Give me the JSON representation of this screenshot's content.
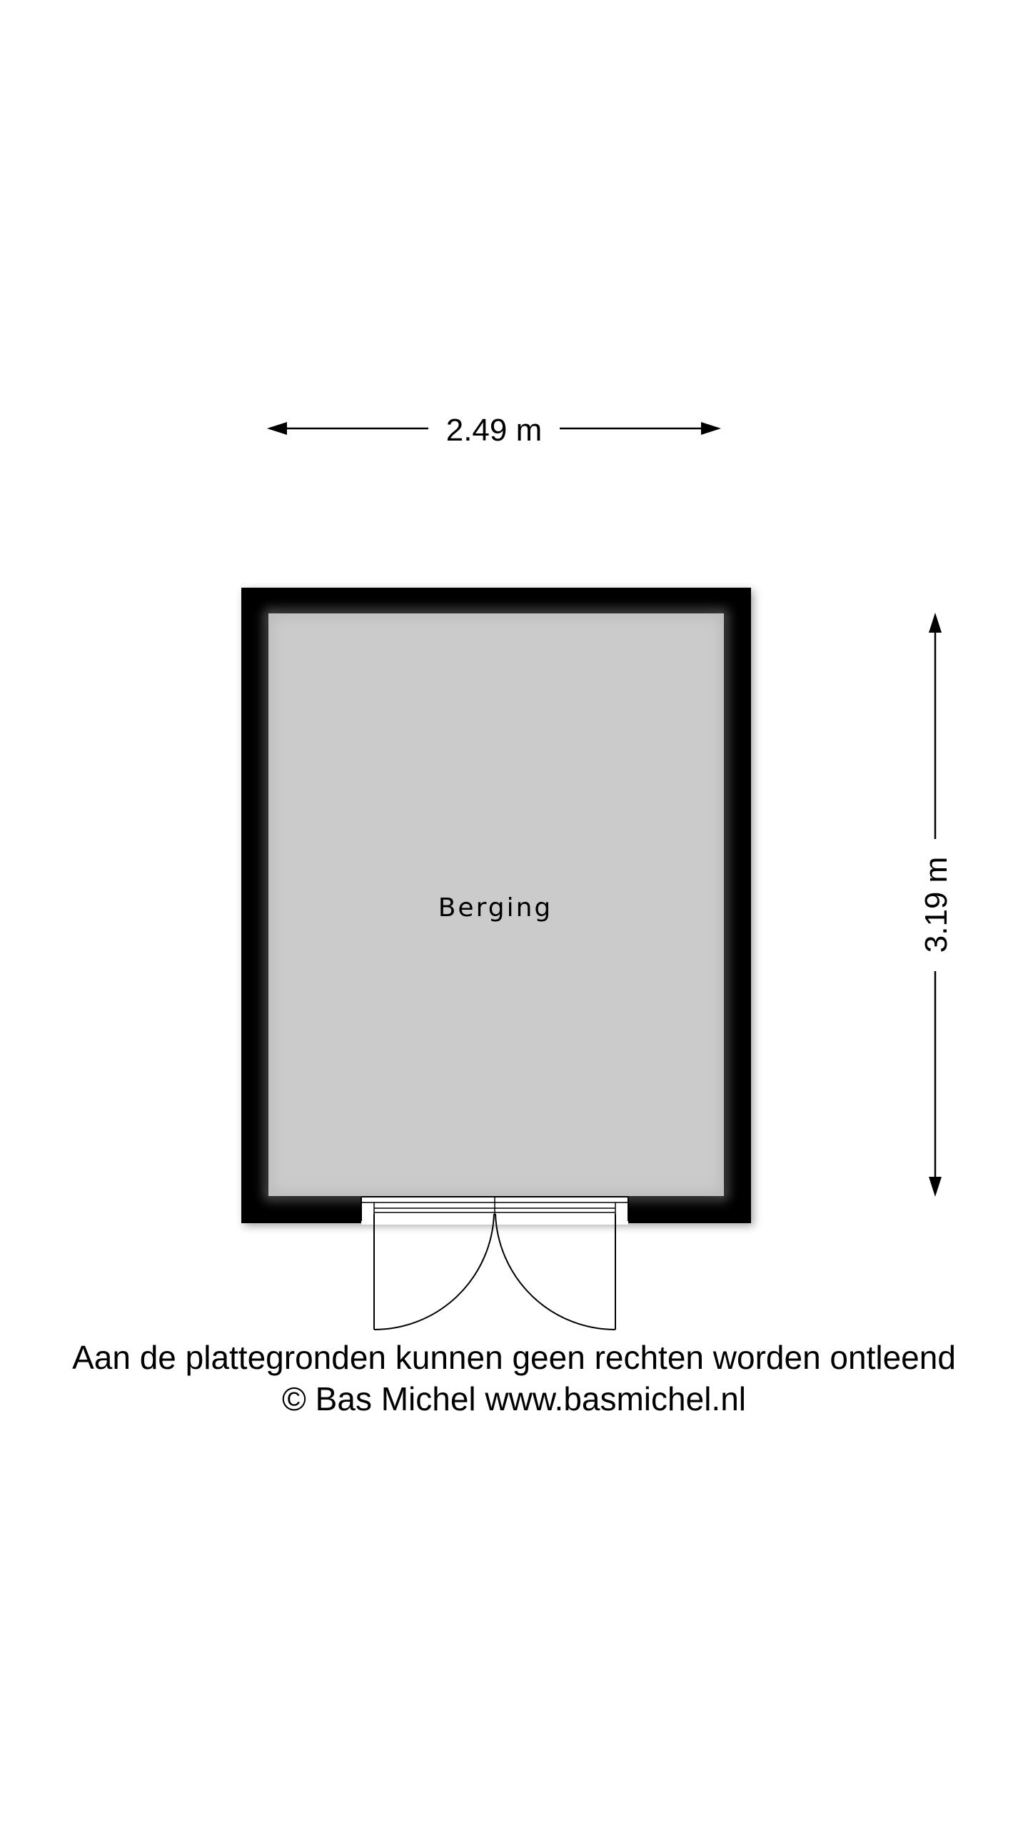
{
  "dimensions": {
    "width_label": "2.49 m",
    "depth_label": "3.19 m"
  },
  "room": {
    "name": "Berging"
  },
  "footer": {
    "disclaimer": "Aan de plattegronden kunnen geen rechten worden ontleend",
    "credit": "© Bas Michel www.basmichel.nl"
  },
  "colors": {
    "wall": "#000000",
    "floor": "#cbcbcb",
    "background": "#ffffff"
  }
}
